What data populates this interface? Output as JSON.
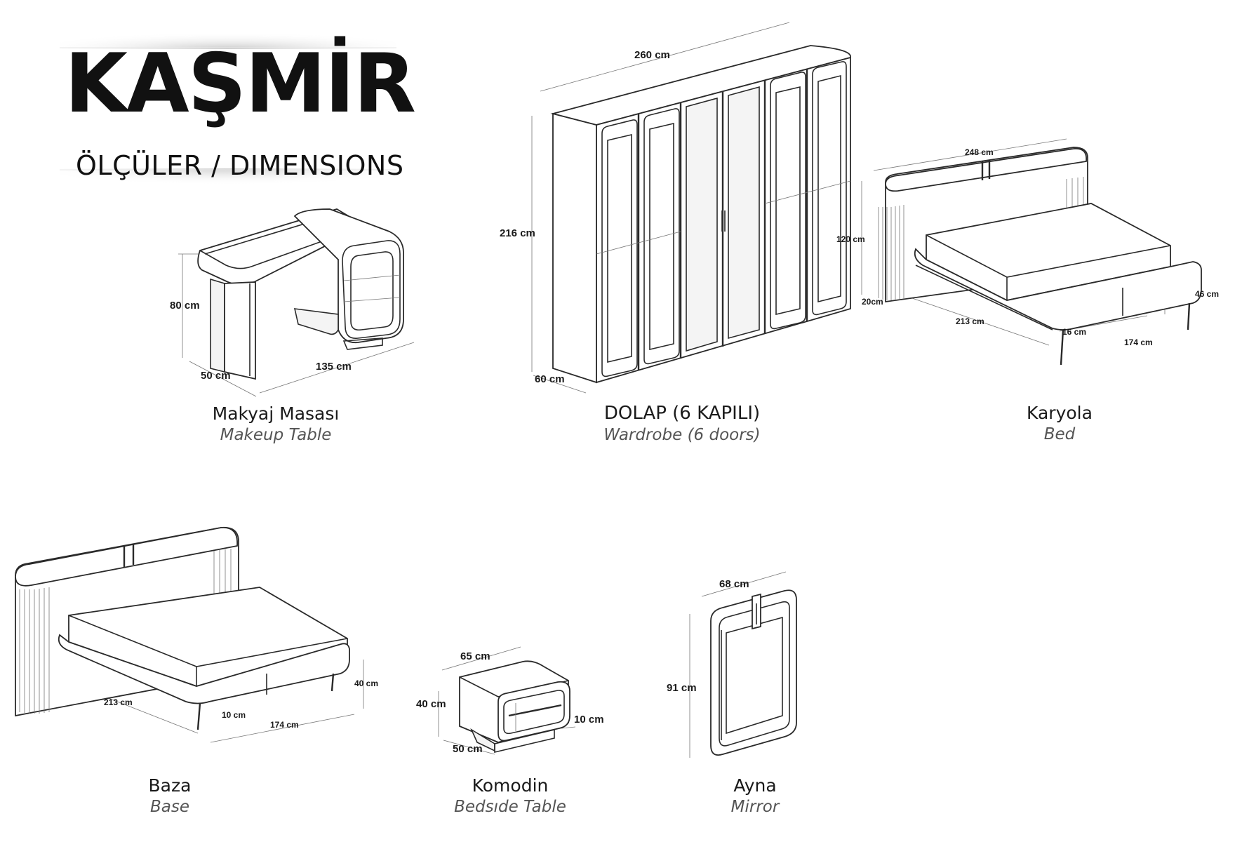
{
  "header": {
    "brand": "KAŞMİR",
    "subtitle": "ÖLÇÜLER / DIMENSIONS"
  },
  "items": {
    "makeup_table": {
      "name_tr": "Makyaj Masası",
      "name_en": "Makeup Table",
      "dims": {
        "height": "80 cm",
        "depth": "50 cm",
        "width": "135 cm"
      }
    },
    "wardrobe": {
      "name_tr": "DOLAP (6 KAPILI)",
      "name_en": "Wardrobe (6 doors)",
      "dims": {
        "width": "260  cm",
        "height": "216 cm",
        "depth": "60 cm"
      }
    },
    "bed": {
      "name_tr": "Karyola",
      "name_en": "Bed",
      "dims": {
        "headboard_width": "248 cm",
        "headboard_height": "120 cm",
        "headboard_depth": "20cm",
        "length": "213 cm",
        "leg": "16 cm",
        "width": "174 cm",
        "height": "46 cm"
      }
    },
    "base": {
      "name_tr": "Baza",
      "name_en": "Base",
      "dims": {
        "length": "213 cm",
        "leg": "10 cm",
        "width": "174 cm",
        "height": "40 cm"
      }
    },
    "bedside_table": {
      "name_tr": "Komodin",
      "name_en": "Bedsıde Table",
      "dims": {
        "width": "65 cm",
        "height": "40 cm",
        "depth": "50 cm",
        "plinth": "10 cm"
      }
    },
    "mirror": {
      "name_tr": "Ayna",
      "name_en": "Mirror",
      "dims": {
        "width": "68 cm",
        "height": "91 cm"
      }
    }
  }
}
